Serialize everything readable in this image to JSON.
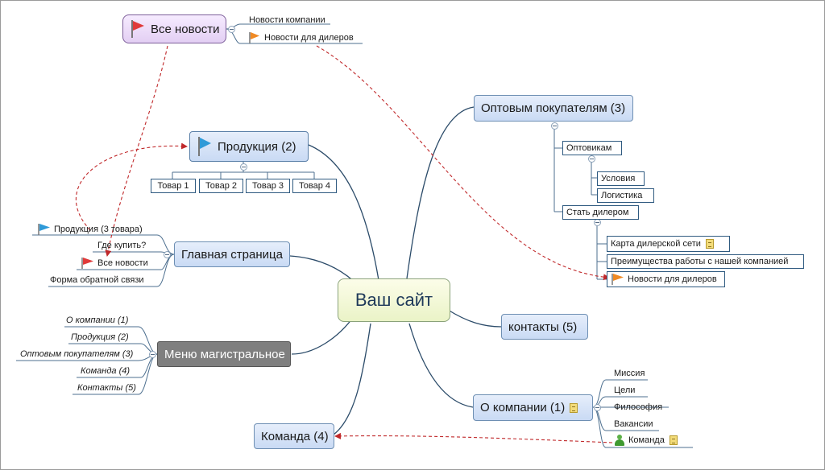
{
  "colors": {
    "branch_line": "#2b4b69",
    "sub_line": "#4d6f8f",
    "relation_line": "#c0282a",
    "flag_red": "#e03a3a",
    "flag_blue": "#2f9ad8",
    "flag_orange": "#f08a24"
  },
  "central": {
    "label": "Ваш сайт"
  },
  "all_news": {
    "label": "Все новости",
    "icon": "flag-red-icon",
    "children": [
      {
        "label": "Новости компании",
        "icon": ""
      },
      {
        "label": "Новости для дилеров",
        "icon": "flag-orange-icon"
      }
    ]
  },
  "products": {
    "label": "Продукция (2)",
    "icon": "flag-blue-icon",
    "items": [
      "Товар 1",
      "Товар 2",
      "Товар 3",
      "Товар 4"
    ]
  },
  "home": {
    "label": "Главная страница",
    "children": [
      {
        "label": "Продукция (3 товара)",
        "icon": "flag-blue-icon"
      },
      {
        "label": "Где купить?",
        "icon": ""
      },
      {
        "label": "Все новости",
        "icon": "flag-red-icon"
      },
      {
        "label": "Форма обратной связи",
        "icon": ""
      }
    ]
  },
  "menu": {
    "label": "Меню магистральное",
    "children": [
      "О компании (1)",
      "Продукция (2)",
      "Оптовым покупателям (3)",
      "Команда (4)",
      "Контакты (5)"
    ]
  },
  "team": {
    "label": "Команда (4)"
  },
  "wholesale": {
    "label": "Оптовым покупателям (3)",
    "wholesalers": {
      "label": "Оптовикам",
      "children": [
        "Условия",
        "Логистика"
      ]
    },
    "dealer": {
      "label": "Стать дилером",
      "children": [
        {
          "label": "Карта дилерской сети",
          "icon": "note-icon"
        },
        {
          "label": "Преимущества работы с нашей компанией",
          "icon": ""
        },
        {
          "label": "Новости для дилеров",
          "icon": "flag-orange-icon"
        }
      ]
    }
  },
  "contacts": {
    "label": "контакты (5)"
  },
  "about": {
    "label": "О компании (1)",
    "icon": "note-icon",
    "children": [
      {
        "label": "Миссия",
        "icon": ""
      },
      {
        "label": "Цели",
        "icon": ""
      },
      {
        "label": "Философия",
        "icon": ""
      },
      {
        "label": "Вакансии",
        "icon": ""
      },
      {
        "label": "Команда",
        "icon": "person-icon"
      }
    ]
  }
}
